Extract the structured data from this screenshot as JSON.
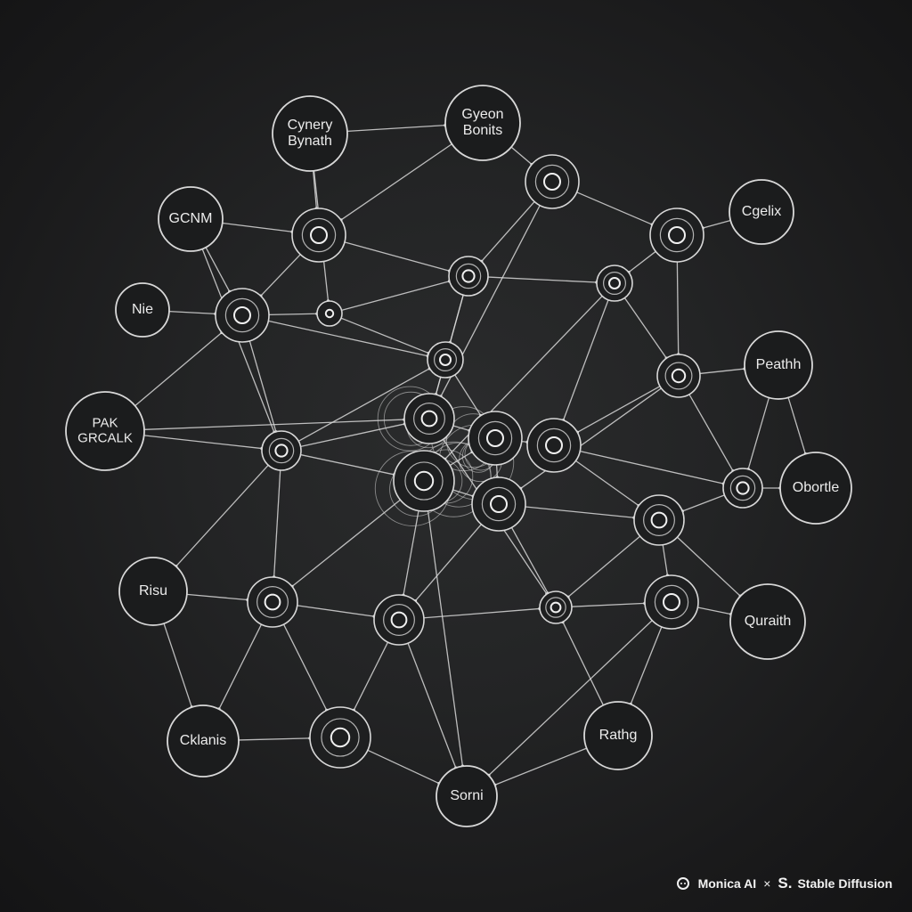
{
  "diagram": {
    "nodes": [
      {
        "id": "n1",
        "label": [
          "Cynery",
          "Bynath"
        ]
      },
      {
        "id": "n2",
        "label": [
          "Gyeon",
          "Bonits"
        ]
      },
      {
        "id": "n3",
        "label": [
          "GCNM"
        ]
      },
      {
        "id": "n4",
        "label": [
          "Cgelix"
        ]
      },
      {
        "id": "n5",
        "label": [
          "Nie"
        ]
      },
      {
        "id": "n6",
        "label": [
          "Peathh"
        ]
      },
      {
        "id": "n7",
        "label": [
          "PAK",
          "GRCALK"
        ]
      },
      {
        "id": "n8",
        "label": [
          "Obortle"
        ]
      },
      {
        "id": "n9",
        "label": [
          "Risu"
        ]
      },
      {
        "id": "n10",
        "label": [
          "Quraith"
        ]
      },
      {
        "id": "n11",
        "label": [
          "Cklanis"
        ]
      },
      {
        "id": "n12",
        "label": [
          "Rathg"
        ]
      },
      {
        "id": "n13",
        "label": [
          "Sorni"
        ]
      }
    ]
  },
  "watermark": {
    "brand": "Monica AI",
    "separator": "×",
    "s_logo": "S.",
    "partner": "Stable Diffusion"
  },
  "colors": {
    "background": "#1c1c1d",
    "line": "#d8d8d8",
    "label": "#ececec"
  }
}
